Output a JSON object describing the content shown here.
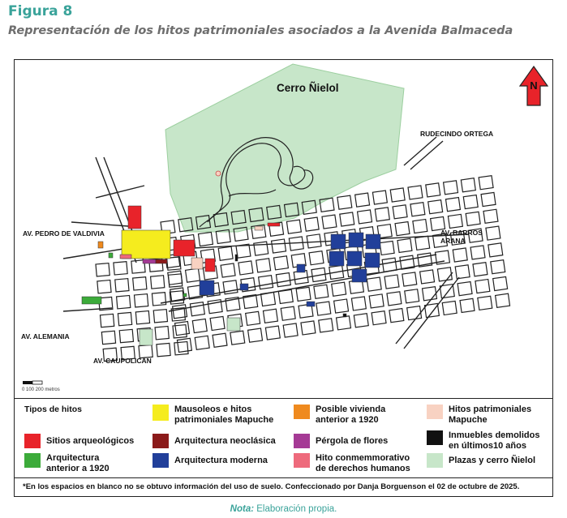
{
  "figure": {
    "label": "Figura 8",
    "title": "Representación de los hitos patrimoniales asociados a la Avenida Balmaceda"
  },
  "map": {
    "hill_name": "Cerro Ñielol",
    "north_label": "N",
    "streets": {
      "rudecindo": "RUDECINDO ORTEGA",
      "pedro": "AV. PEDRO DE VALDIVIA",
      "barros": "AV. BARROS\nARANA",
      "alemania": "AV. ALEMANIA",
      "caupolican": "AV. CAUPOLICÁN"
    },
    "scale_label": "0  100  200 metros",
    "colors": {
      "park": "#c7e6c9",
      "park_edge": "#9ccf9f",
      "street_line": "#222222",
      "arqueologico": "#e8232a",
      "arq_1920": "#3cab3a",
      "mausoleo": "#f5ec1e",
      "neoclasica": "#8b1a1a",
      "moderna": "#213f9a",
      "vivienda": "#ef8a1e",
      "pergola": "#a53a95",
      "ddhh": "#ee6a7c",
      "mapuche": "#f8d2c2",
      "demolidos": "#111111",
      "plazas": "#c7e6c9"
    }
  },
  "legend": {
    "title": "Tipos de hitos",
    "items": {
      "arqueologico": "Sitios arqueológicos",
      "arq_1920": "Arquitectura\nanterior a 1920",
      "mausoleo": "Mausoleos e hitos\npatrimoniales Mapuche",
      "neoclasica": "Arquitectura neoclásica",
      "moderna": "Arquitectura moderna",
      "vivienda": "Posible vivienda\nanterior a 1920",
      "pergola": "Pérgola de flores",
      "ddhh": "Hito conmemmorativo\nde derechos humanos",
      "mapuche": "Hitos patrimoniales\nMapuche",
      "demolidos": "Inmuebles demolidos\nen últimos10 años",
      "plazas": "Plazas y cerro Ñielol"
    }
  },
  "footnote": "*En los espacios en blanco no se obtuvo información del uso de suelo. Confeccionado por Danja Borguenson el 02 de octubre de 2025.",
  "note": {
    "label": "Nota:",
    "text": " Elaboración propia."
  }
}
